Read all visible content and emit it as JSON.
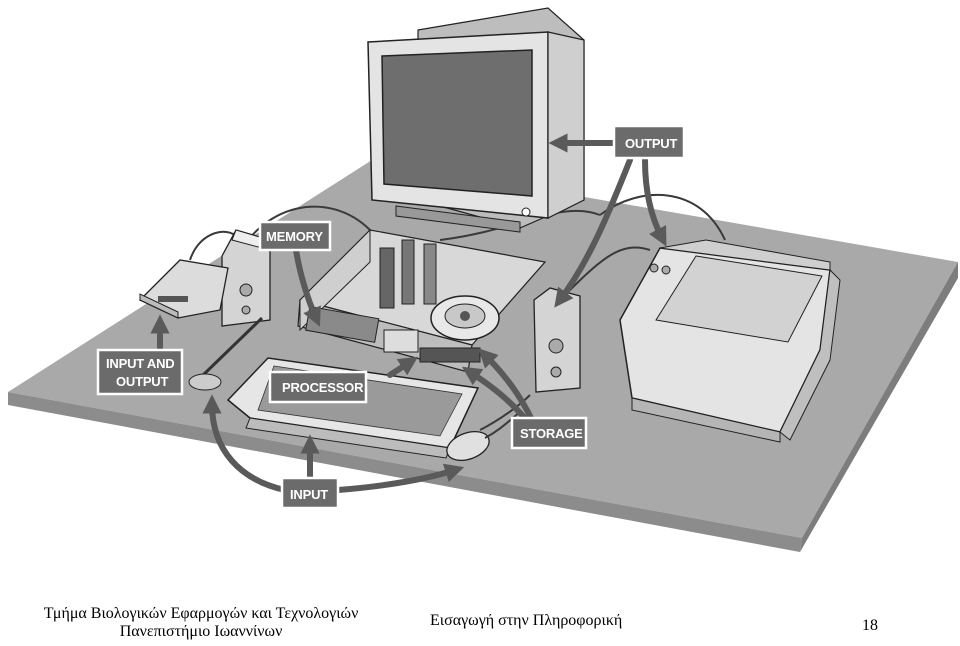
{
  "labels": {
    "output": "OUTPUT",
    "memory": "MEMORY",
    "input_and_output_line1": "INPUT AND",
    "input_and_output_line2": "OUTPUT",
    "processor": "PROCESSOR",
    "storage": "STORAGE",
    "input": "INPUT"
  },
  "footer": {
    "department": "Τμήμα Βιολογικών Εφαρμογών και Τεχνολογιών",
    "university": "Πανεπιστήμιο Ιωαννίνων",
    "course": "Εισαγωγή στην Πληροφορική",
    "page_number": "18"
  },
  "colors": {
    "label_fill": "#6b6b6b",
    "desk": "#a9a9a9",
    "arrow": "#5a5a5a"
  }
}
